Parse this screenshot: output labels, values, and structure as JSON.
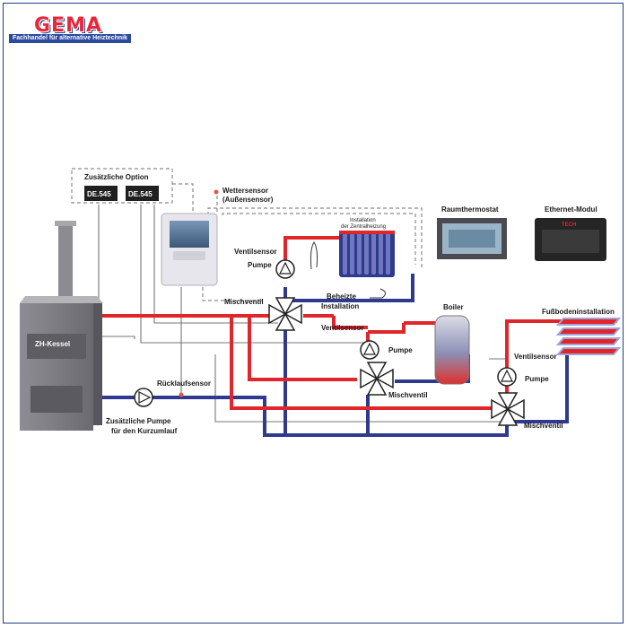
{
  "brand": {
    "name": "GEMA",
    "tagline": "Fachhandel für alternative Heiztechnik"
  },
  "colors": {
    "supply": "#e0252b",
    "return": "#2f3a8f",
    "frame": "#1f3d8a"
  },
  "labels": {
    "option_box": "Zusätzliche Option",
    "module1": "DE.545",
    "module2": "DE.545",
    "weather_sensor_1": "Wettersensor",
    "weather_sensor_2": "(Außensensor)",
    "room_thermostat": "Raumthermostat",
    "ethernet_module": "Ethernet-Modul",
    "ethernet_brand": "TECH",
    "installation_1": "Installation",
    "installation_2": "der Zentralheizung",
    "heated_1": "Beheizte",
    "heated_2": "Installation",
    "boiler": "Boiler",
    "floor_heating": "Fußbodeninstallation",
    "zh_boiler": "ZH-Kessel",
    "valve_sensor_1": "Ventilsensor",
    "pump_1": "Pumpe",
    "mixing_valve_1": "Mischventil",
    "valve_sensor_2": "Ventilsensor",
    "pump_2": "Pumpe",
    "mixing_valve_2": "Mischventil",
    "valve_sensor_3": "Ventilsensor",
    "pump_3": "Pumpe",
    "mixing_valve_3": "Mischventil",
    "return_sensor": "Rücklaufsensor",
    "extra_pump_1": "Zusätzliche Pumpe",
    "extra_pump_2": "für den Kurzumlauf"
  }
}
